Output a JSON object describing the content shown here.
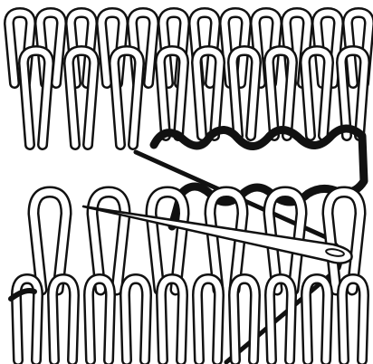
{
  "figure": {
    "subject": "kitchener-stitch-grafting-illustration",
    "colors": {
      "background": "#ffffff",
      "outline": "#111111",
      "stitch_fill": "#ffffff",
      "grafting_yarn": "#111111",
      "needle": "#ffffff"
    },
    "elements": [
      "upper-knitted-fabric",
      "lower-knitted-fabric",
      "grafting-yarn",
      "tapestry-needle"
    ]
  }
}
